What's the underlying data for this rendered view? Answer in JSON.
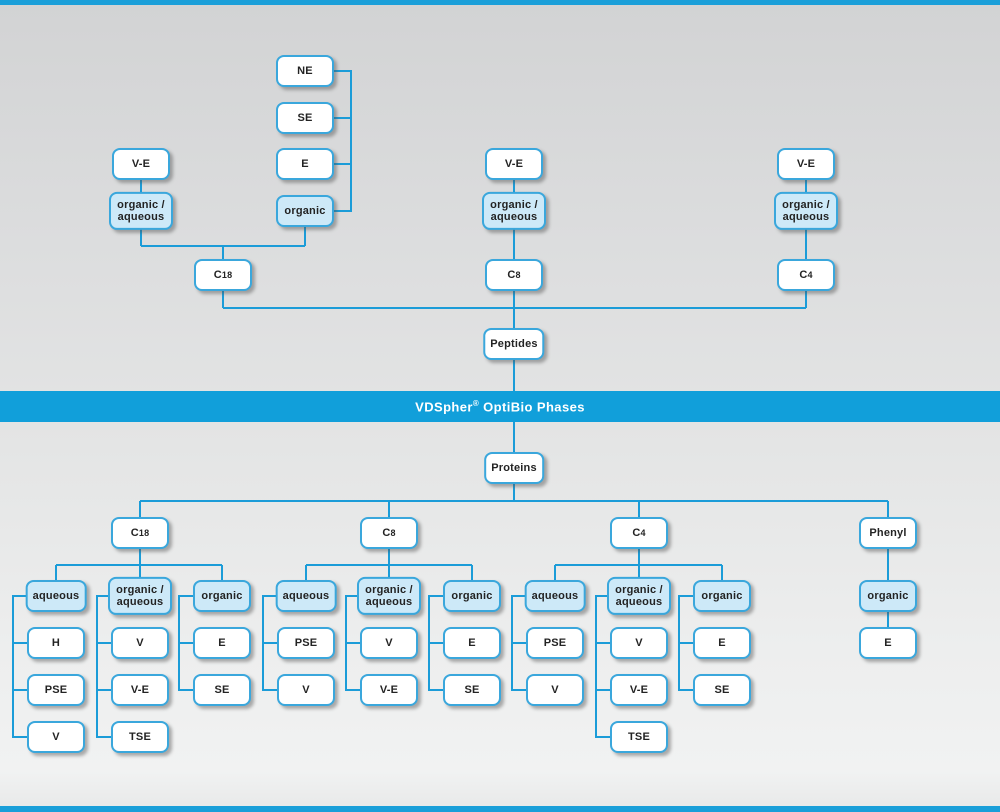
{
  "band": {
    "title": "VDSpher® OptiBio Phases"
  },
  "colors": {
    "accent_blue": "#1b9cd8",
    "band_blue": "#119fda",
    "box_border_blue": "#3aa7dc",
    "box_fill_white": "#ffffff",
    "box_fill_light_blue": "#cde9f8",
    "bar_blue": "#1a9fd9",
    "text_dark": "#232323",
    "band_text": "#ffffff"
  },
  "peptides": {
    "root_label": "Peptides",
    "columns": [
      {
        "label": "C18",
        "modes": [
          {
            "label": "organic / aqueous",
            "options": [
              "V-E"
            ]
          },
          {
            "label": "organic",
            "options": [
              "NE",
              "SE",
              "E"
            ]
          }
        ]
      },
      {
        "label": "C8",
        "modes": [
          {
            "label": "organic / aqueous",
            "options": [
              "V-E"
            ]
          }
        ]
      },
      {
        "label": "C4",
        "modes": [
          {
            "label": "organic / aqueous",
            "options": [
              "V-E"
            ]
          }
        ]
      }
    ]
  },
  "proteins": {
    "root_label": "Proteins",
    "columns": [
      {
        "label": "C18",
        "categories": [
          {
            "label": "aqueous",
            "options": [
              "H",
              "PSE",
              "V"
            ]
          },
          {
            "label": "organic / aqueous",
            "options": [
              "V",
              "V-E",
              "TSE"
            ]
          },
          {
            "label": "organic",
            "options": [
              "E",
              "SE"
            ]
          }
        ]
      },
      {
        "label": "C8",
        "categories": [
          {
            "label": "aqueous",
            "options": [
              "PSE",
              "V"
            ]
          },
          {
            "label": "organic / aqueous",
            "options": [
              "V",
              "V-E"
            ]
          },
          {
            "label": "organic",
            "options": [
              "E",
              "SE"
            ]
          }
        ]
      },
      {
        "label": "C4",
        "categories": [
          {
            "label": "aqueous",
            "options": [
              "PSE",
              "V"
            ]
          },
          {
            "label": "organic / aqueous",
            "options": [
              "V",
              "V-E",
              "TSE"
            ]
          },
          {
            "label": "organic",
            "options": [
              "E",
              "SE"
            ]
          }
        ]
      },
      {
        "label": "Phenyl",
        "categories": [
          {
            "label": "organic",
            "options": [
              "E"
            ]
          }
        ]
      }
    ]
  }
}
